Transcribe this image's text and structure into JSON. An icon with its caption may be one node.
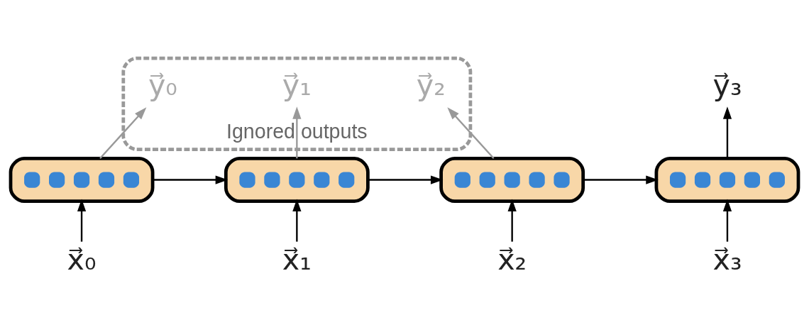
{
  "diagram": {
    "nodes": [
      {
        "text": [
          "Ignored outputs"
        ]
      },
      {
        "text": [
          "y⃗₀"
        ],
        "in": 0
      },
      {
        "text": [
          "y⃗₁"
        ],
        "in": 0
      },
      {
        "text": [
          "y⃗₂"
        ],
        "in": 0
      },
      {
        "text": [
          "y⃗₃"
        ]
      },
      {
        "text": [],
        "shape": "box"
      },
      {
        "text": [],
        "shape": "box"
      },
      {
        "text": [],
        "shape": "box"
      },
      {
        "text": [],
        "shape": "box"
      },
      {
        "text": [
          "x⃗₀"
        ]
      },
      {
        "text": [
          "x⃗₁"
        ]
      },
      {
        "text": [
          "x⃗₂"
        ]
      },
      {
        "text": [
          "x⃗₃"
        ]
      }
    ],
    "edges": [
      {
        "from": 9,
        "to": 5,
        "arrow": "to"
      },
      {
        "from": 10,
        "to": 6,
        "arrow": "to"
      },
      {
        "from": 11,
        "to": 7,
        "arrow": "to"
      },
      {
        "from": 12,
        "to": 8,
        "arrow": "to"
      },
      {
        "from": 5,
        "to": 6,
        "arrow": "to"
      },
      {
        "from": 6,
        "to": 7,
        "arrow": "to"
      },
      {
        "from": 7,
        "to": 8,
        "arrow": "to"
      },
      {
        "from": 5,
        "to": 1,
        "arrow": "to",
        "color": "#999999"
      },
      {
        "from": 6,
        "to": 2,
        "arrow": "to",
        "color": "#999999"
      },
      {
        "from": 7,
        "to": 3,
        "arrow": "to",
        "color": "#999999"
      },
      {
        "from": 8,
        "to": 4,
        "arrow": "to"
      }
    ]
  }
}
